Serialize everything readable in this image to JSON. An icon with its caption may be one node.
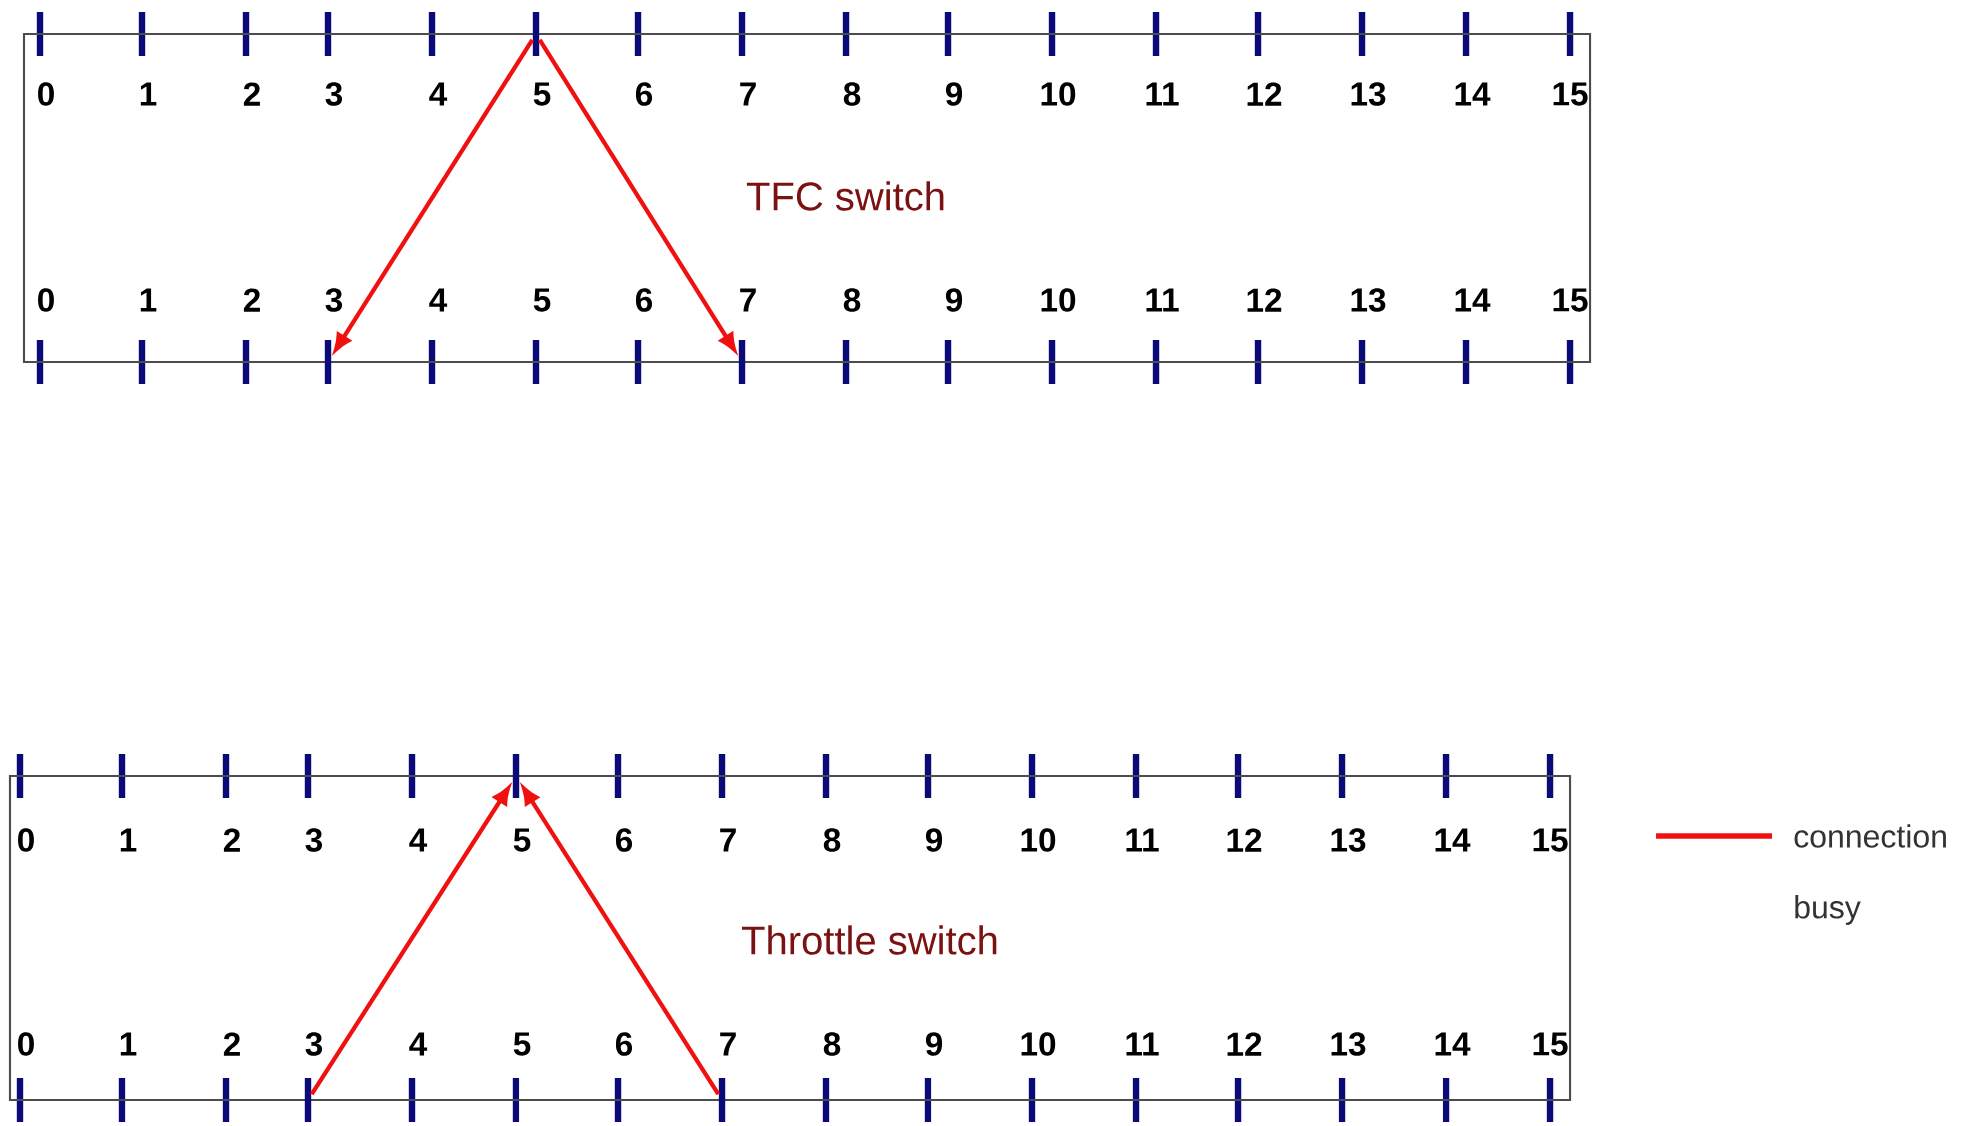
{
  "diagram": {
    "nodes": [
      {
        "text": [
          "TFC switch"
        ]
      },
      {
        "text": [],
        "shape": "bar",
        "in": 0
      },
      {
        "text": [],
        "shape": "bar",
        "in": 0
      },
      {
        "text": [],
        "shape": "bar",
        "in": 0
      },
      {
        "text": [
          "Throttle switch"
        ]
      },
      {
        "text": [],
        "shape": "bar",
        "in": 4
      },
      {
        "text": [],
        "shape": "bar",
        "in": 4
      },
      {
        "text": [],
        "shape": "bar",
        "in": 4
      }
    ],
    "edges": [
      {
        "from": 1,
        "to": 2,
        "arrow": "to"
      },
      {
        "from": 1,
        "to": 3,
        "arrow": "to"
      },
      {
        "from": 6,
        "to": 5,
        "arrow": "to"
      },
      {
        "from": 7,
        "to": 5,
        "arrow": "to"
      }
    ],
    "labels": [
      "0",
      "1",
      "2",
      "3",
      "4",
      "5",
      "6",
      "7",
      "8",
      "9",
      "10",
      "11",
      "12",
      "13",
      "14",
      "15",
      "0",
      "1",
      "2",
      "3",
      "4",
      "5",
      "6",
      "7",
      "8",
      "9",
      "10",
      "11",
      "12",
      "13",
      "14",
      "15",
      "0",
      "1",
      "2",
      "3",
      "4",
      "5",
      "6",
      "7",
      "8",
      "9",
      "10",
      "11",
      "12",
      "13",
      "14",
      "15",
      "0",
      "1",
      "2",
      "3",
      "4",
      "5",
      "6",
      "7",
      "8",
      "9",
      "10",
      "11",
      "12",
      "13",
      "14",
      "15"
    ],
    "legend": [
      {
        "text": "connection"
      },
      {
        "text": "busy"
      }
    ]
  }
}
